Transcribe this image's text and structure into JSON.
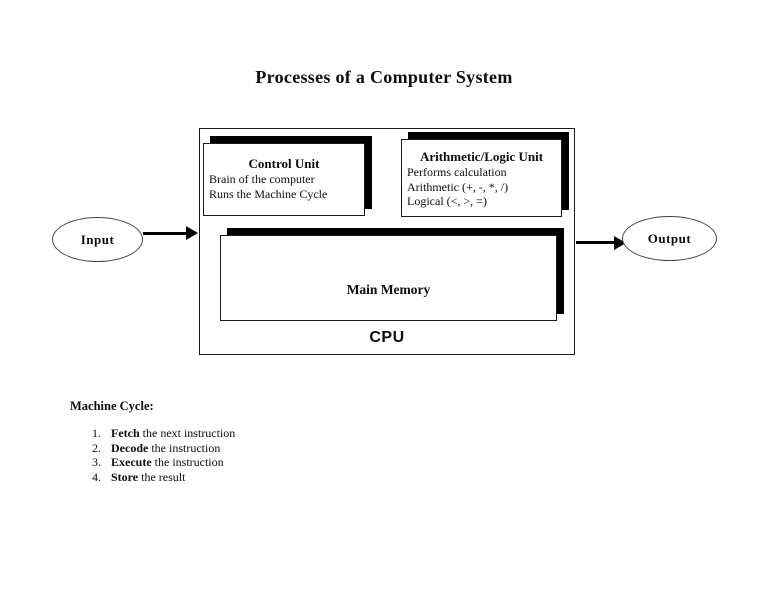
{
  "title": "Processes of a Computer System",
  "diagram": {
    "input_label": "Input",
    "output_label": "Output",
    "cpu_label": "CPU",
    "control_unit": {
      "title": "Control Unit",
      "lines": [
        "Brain of the computer",
        "Runs the Machine Cycle"
      ]
    },
    "alu": {
      "title": "Arithmetic/Logic Unit",
      "lines": [
        "Performs calculation",
        "Arithmetic (+, -, *, /)",
        "Logical (<, >, =)"
      ]
    },
    "main_memory": {
      "title": "Main Memory"
    }
  },
  "machine_cycle": {
    "heading": "Machine Cycle:",
    "items": [
      {
        "num": "1.",
        "bold": "Fetch",
        "rest": " the next instruction"
      },
      {
        "num": "2.",
        "bold": "Decode",
        "rest": " the instruction"
      },
      {
        "num": "3.",
        "bold": "Execute",
        "rest": " the instruction"
      },
      {
        "num": "4.",
        "bold": "Store",
        "rest": " the result"
      }
    ]
  },
  "colors": {
    "ink": "#000000",
    "background": "#ffffff"
  }
}
